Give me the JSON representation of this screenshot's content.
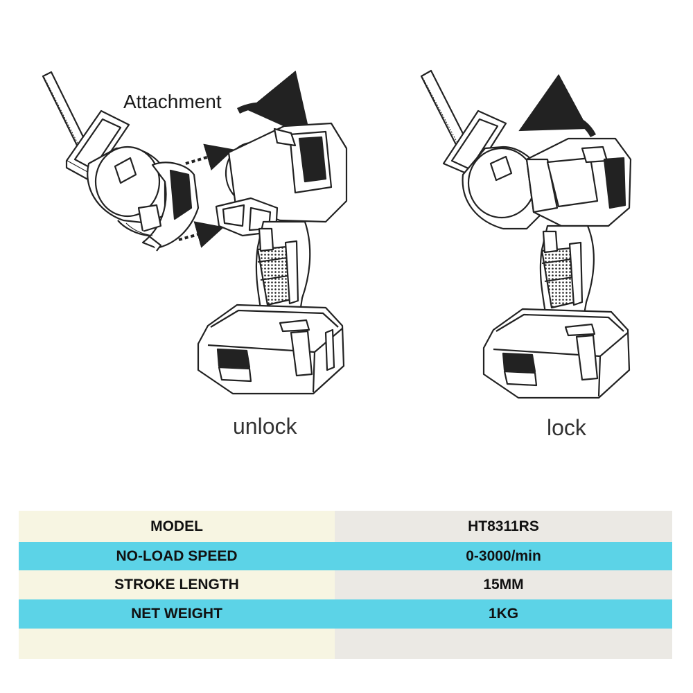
{
  "labels": {
    "attachment": "Attachment",
    "unlock": "unlock",
    "lock": "lock"
  },
  "specs": [
    {
      "name": "MODEL",
      "value": "HT8311RS"
    },
    {
      "name": "NO-LOAD SPEED",
      "value": "0-3000/min"
    },
    {
      "name": "STROKE LENGTH",
      "value": "15MM"
    },
    {
      "name": "NET WEIGHT",
      "value": "1KG"
    },
    {
      "name": "",
      "value": ""
    }
  ],
  "colors": {
    "row_light_left": "#f7f5e2",
    "row_light_right": "#ebe9e4",
    "row_cyan": "#5cd3e7",
    "line_art": "#222222"
  },
  "icons": [
    "reciprocating-saw-attachment",
    "cordless-drill-body",
    "battery-pack",
    "curved-arrow-icon",
    "dashed-arrow-icon"
  ]
}
